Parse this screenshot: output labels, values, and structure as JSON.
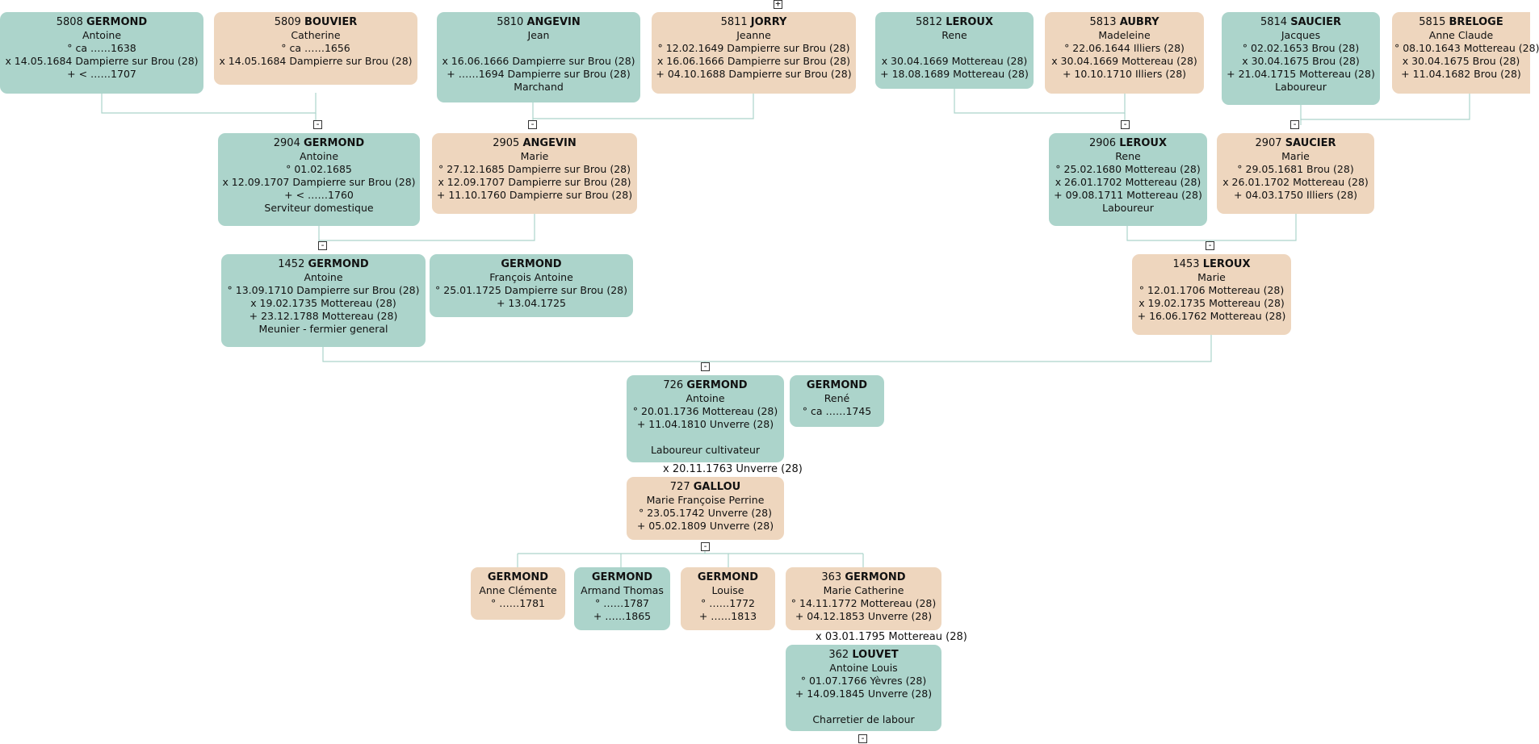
{
  "colors": {
    "male": "#acd4cb",
    "female": "#eed6be",
    "connector": "#acd4cb"
  },
  "persons": [
    {
      "id": "p5808",
      "sex": "m",
      "num": "5808",
      "surname": "GERMOND",
      "given": "Antoine",
      "lines": [
        "° ca ……1638",
        "x 14.05.1684 Dampierre sur Brou (28)",
        "+ < ……1707"
      ]
    },
    {
      "id": "p5809",
      "sex": "f",
      "num": "5809",
      "surname": "BOUVIER",
      "given": "Catherine",
      "lines": [
        "° ca ……1656",
        "x 14.05.1684 Dampierre sur Brou (28)"
      ]
    },
    {
      "id": "p5810",
      "sex": "m",
      "num": "5810",
      "surname": "ANGEVIN",
      "given": "Jean",
      "lines": [
        "",
        "x 16.06.1666 Dampierre sur Brou (28)",
        "+ ……1694 Dampierre sur Brou (28)",
        "Marchand"
      ]
    },
    {
      "id": "p5811",
      "sex": "f",
      "num": "5811",
      "surname": "JORRY",
      "given": "Jeanne",
      "lines": [
        "° 12.02.1649 Dampierre sur Brou (28)",
        "x 16.06.1666 Dampierre sur Brou (28)",
        "+ 04.10.1688 Dampierre sur Brou (28)"
      ]
    },
    {
      "id": "p5812",
      "sex": "m",
      "num": "5812",
      "surname": "LEROUX",
      "given": "Rene",
      "lines": [
        "",
        "x 30.04.1669 Mottereau (28)",
        "+ 18.08.1689 Mottereau (28)"
      ]
    },
    {
      "id": "p5813",
      "sex": "f",
      "num": "5813",
      "surname": "AUBRY",
      "given": "Madeleine",
      "lines": [
        "° 22.06.1644 Illiers (28)",
        "x 30.04.1669 Mottereau (28)",
        "+ 10.10.1710 Illiers (28)"
      ]
    },
    {
      "id": "p5814",
      "sex": "m",
      "num": "5814",
      "surname": "SAUCIER",
      "given": "Jacques",
      "lines": [
        "° 02.02.1653 Brou (28)",
        "x 30.04.1675 Brou (28)",
        "+ 21.04.1715 Mottereau (28)",
        "Laboureur"
      ]
    },
    {
      "id": "p5815",
      "sex": "f",
      "num": "5815",
      "surname": "BRELOGE",
      "given": "Anne Claude",
      "lines": [
        "° 08.10.1643 Mottereau (28)",
        "x 30.04.1675 Brou (28)",
        "+ 11.04.1682 Brou (28)"
      ]
    },
    {
      "id": "p2904",
      "sex": "m",
      "num": "2904",
      "surname": "GERMOND",
      "given": "Antoine",
      "lines": [
        "° 01.02.1685",
        "x 12.09.1707 Dampierre sur Brou (28)",
        "+ < ……1760",
        "Serviteur domestique"
      ]
    },
    {
      "id": "p2905",
      "sex": "f",
      "num": "2905",
      "surname": "ANGEVIN",
      "given": "Marie",
      "lines": [
        "° 27.12.1685 Dampierre sur Brou (28)",
        "x 12.09.1707 Dampierre sur Brou (28)",
        "+ 11.10.1760 Dampierre sur Brou (28)"
      ]
    },
    {
      "id": "p2906",
      "sex": "m",
      "num": "2906",
      "surname": "LEROUX",
      "given": "Rene",
      "lines": [
        "° 25.02.1680 Mottereau (28)",
        "x 26.01.1702 Mottereau (28)",
        "+ 09.08.1711 Mottereau (28)",
        "Laboureur"
      ]
    },
    {
      "id": "p2907",
      "sex": "f",
      "num": "2907",
      "surname": "SAUCIER",
      "given": "Marie",
      "lines": [
        "° 29.05.1681 Brou (28)",
        "x 26.01.1702 Mottereau (28)",
        "+ 04.03.1750 Illiers (28)"
      ]
    },
    {
      "id": "p1452",
      "sex": "m",
      "num": "1452",
      "surname": "GERMOND",
      "given": "Antoine",
      "lines": [
        "° 13.09.1710 Dampierre sur Brou (28)",
        "x 19.02.1735 Mottereau (28)",
        "+ 23.12.1788 Mottereau (28)",
        "Meunier - fermier general"
      ]
    },
    {
      "id": "pFA",
      "sex": "m",
      "num": "",
      "surname": "GERMOND",
      "given": "François Antoine",
      "lines": [
        "° 25.01.1725 Dampierre sur Brou (28)",
        "+ 13.04.1725"
      ]
    },
    {
      "id": "p1453",
      "sex": "f",
      "num": "1453",
      "surname": "LEROUX",
      "given": "Marie",
      "lines": [
        "° 12.01.1706 Mottereau (28)",
        "x 19.02.1735 Mottereau (28)",
        "+ 16.06.1762 Mottereau (28)"
      ]
    },
    {
      "id": "p726",
      "sex": "m",
      "num": "726",
      "surname": "GERMOND",
      "given": "Antoine",
      "lines": [
        "° 20.01.1736 Mottereau (28)",
        "+ 11.04.1810 Unverre (28)",
        "",
        "Laboureur cultivateur"
      ]
    },
    {
      "id": "pRene",
      "sex": "m",
      "num": "",
      "surname": "GERMOND",
      "given": "René",
      "lines": [
        "° ca ……1745"
      ]
    },
    {
      "id": "p727",
      "sex": "f",
      "num": "727",
      "surname": "GALLOU",
      "given": "Marie Françoise Perrine",
      "lines": [
        "° 23.05.1742 Unverre (28)",
        "+ 05.02.1809 Unverre (28)"
      ]
    },
    {
      "id": "pAC",
      "sex": "f",
      "num": "",
      "surname": "GERMOND",
      "given": "Anne Clémente",
      "lines": [
        "° ……1781"
      ]
    },
    {
      "id": "pAT",
      "sex": "m",
      "num": "",
      "surname": "GERMOND",
      "given": "Armand Thomas",
      "lines": [
        "° ……1787",
        "+ ……1865"
      ]
    },
    {
      "id": "pLo",
      "sex": "f",
      "num": "",
      "surname": "GERMOND",
      "given": "Louise",
      "lines": [
        "° ……1772",
        "+ ……1813"
      ]
    },
    {
      "id": "p363",
      "sex": "f",
      "num": "363",
      "surname": "GERMOND",
      "given": "Marie Catherine",
      "lines": [
        "° 14.11.1772 Mottereau (28)",
        "+ 04.12.1853 Unverre (28)"
      ]
    },
    {
      "id": "p362",
      "sex": "m",
      "num": "362",
      "surname": "LOUVET",
      "given": "Antoine Louis",
      "lines": [
        "° 01.07.1766 Yèvres (28)",
        "+ 14.09.1845 Unverre (28)",
        "",
        "Charretier de labour"
      ]
    }
  ],
  "marriages": {
    "m726": "x 20.11.1763 Unverre (28)",
    "m363": "x 03.01.1795 Mottereau (28)"
  },
  "toggles": {
    "top": "+",
    "collapse": "-"
  }
}
